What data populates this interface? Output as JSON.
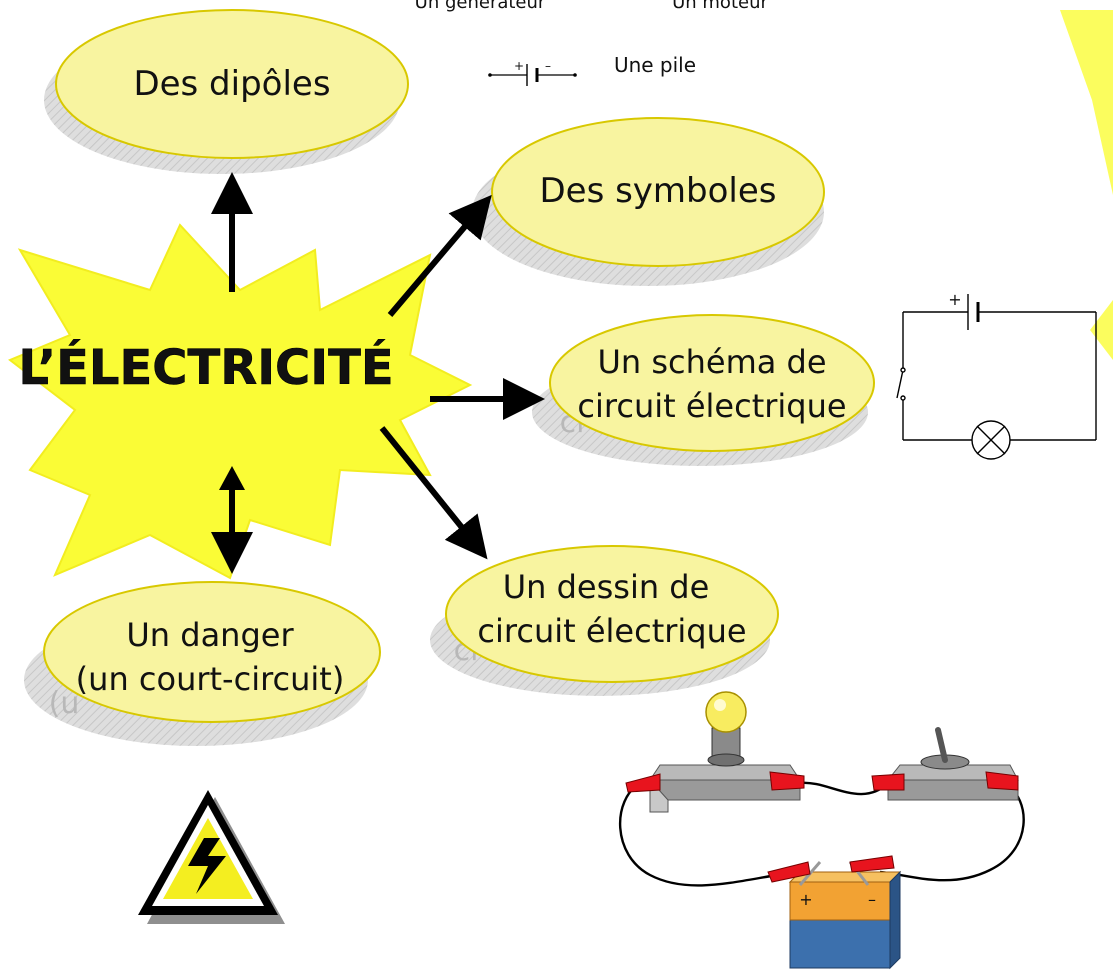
{
  "header_labels": {
    "generateur": "Un générateur",
    "moteur": "Un moteur",
    "pile": "Une pile",
    "pile_plus": "+",
    "pile_minus": "–"
  },
  "central": {
    "title": "L’ÉLECTRICITÉ"
  },
  "bubbles": {
    "dipoles": {
      "line1": "Des dipôles"
    },
    "symboles": {
      "line1": "Des symboles"
    },
    "schema": {
      "line1": "Un schéma de",
      "line2": "circuit électrique",
      "ghost": "ci"
    },
    "dessin": {
      "line1": "Un dessin de",
      "line2": "circuit électrique",
      "ghost": "ci"
    },
    "danger": {
      "line1": "Un danger",
      "line2": "(un court-circuit)",
      "ghost": "(u"
    }
  },
  "schema_symbol": {
    "plus": "+"
  },
  "battery": {
    "plus": "+",
    "minus": "–"
  },
  "colors": {
    "bubble_fill": "#f8f4a0",
    "bubble_stroke": "#d8c800",
    "burst_fill": "#fafc36",
    "burst_stroke": "#f2ed20",
    "arrow": "#000000",
    "shadow": "#cfcfcf",
    "clip_red": "#e8141e",
    "battery_orange": "#f2a233",
    "battery_blue": "#3c70ad"
  }
}
